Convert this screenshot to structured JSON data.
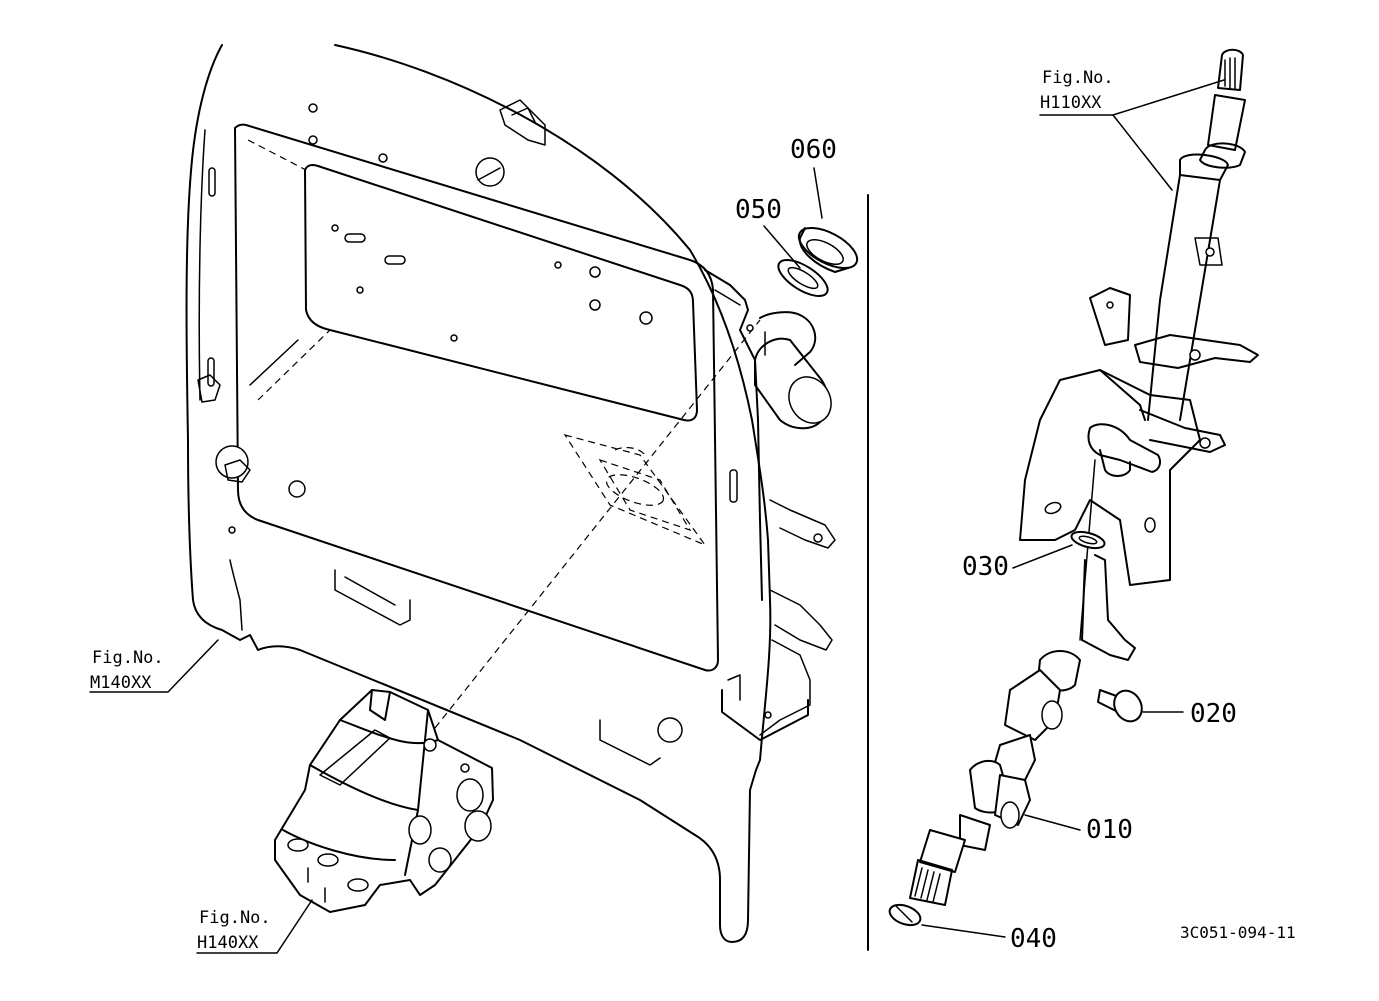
{
  "callouts": [
    {
      "id": "p010",
      "label": "010"
    },
    {
      "id": "p020",
      "label": "020"
    },
    {
      "id": "p030",
      "label": "030"
    },
    {
      "id": "p040",
      "label": "040"
    },
    {
      "id": "p050",
      "label": "050"
    },
    {
      "id": "p060",
      "label": "060"
    }
  ],
  "figure_refs": {
    "h110": {
      "prefix": "Fig.No.",
      "code": "H110XX"
    },
    "m140": {
      "prefix": "Fig.No.",
      "code": "M140XX"
    },
    "h140": {
      "prefix": "Fig.No.",
      "code": "H140XX"
    }
  },
  "drawing_code": "3C051-094-11"
}
